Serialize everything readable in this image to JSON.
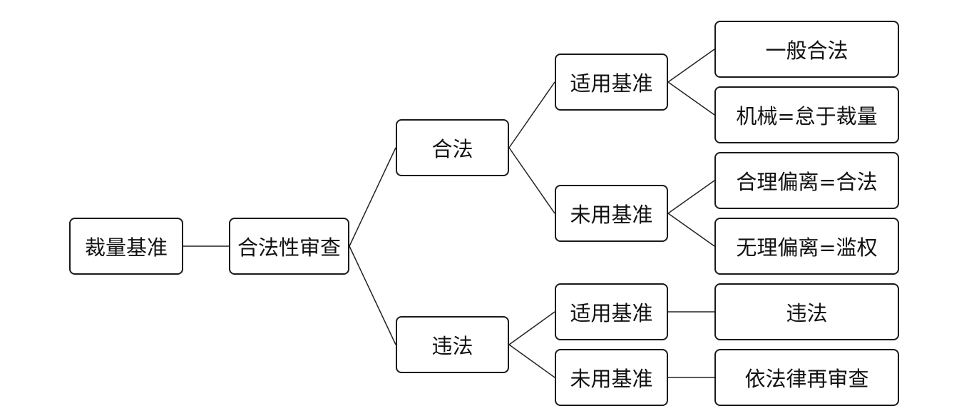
{
  "diagram": {
    "root": "裁量基准",
    "review": "合法性审查",
    "legal": {
      "label": "合法",
      "applied": {
        "label": "适用基准",
        "outcomes": [
          "一般合法",
          "机械=怠于裁量"
        ]
      },
      "not_applied": {
        "label": "未用基准",
        "outcomes": [
          "合理偏离=合法",
          "无理偏离=滥权"
        ]
      }
    },
    "illegal": {
      "label": "违法",
      "applied": {
        "label": "适用基准",
        "outcome": "违法"
      },
      "not_applied": {
        "label": "未用基准",
        "outcome": "依法律再审查"
      }
    }
  }
}
